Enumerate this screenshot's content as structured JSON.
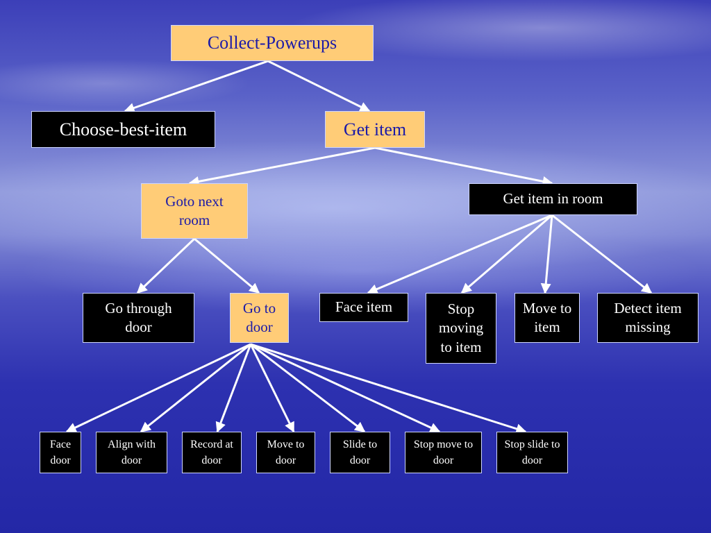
{
  "tree": {
    "root": "Collect-Powerups",
    "level1": {
      "choose": "Choose-best-item",
      "get_item": "Get item"
    },
    "level2": {
      "goto_next_room": "Goto next room",
      "get_item_in_room": "Get item in room"
    },
    "level3": {
      "go_through_door": "Go through door",
      "go_to_door": "Go to door",
      "face_item": "Face item",
      "stop_moving_to_item": "Stop moving to item",
      "move_to_item": "Move to item",
      "detect_item_missing": "Detect item missing"
    },
    "level4": {
      "face_door": "Face door",
      "align_with_door": "Align with door",
      "record_at_door": "Record at door",
      "move_to_door": "Move to door",
      "slide_to_door": "Slide to door",
      "stop_move_to_door": "Stop move to door",
      "stop_slide_to_door": "Stop slide to door"
    }
  },
  "colors": {
    "highlighted_node": "#ffcc77",
    "highlighted_text": "#1b1aa8",
    "normal_node": "#000000",
    "normal_text": "#ffffff",
    "connector": "#ffffff"
  }
}
